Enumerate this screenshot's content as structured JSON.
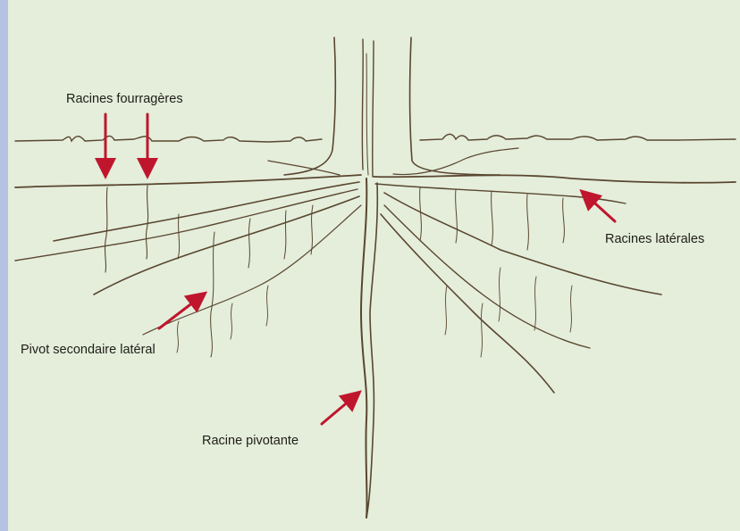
{
  "labels": {
    "racines_fourrageres": "Racines fourragères",
    "racines_laterales": "Racines latérales",
    "pivot_secondaire_lateral": "Pivot secondaire latéral",
    "racine_pivotante": "Racine pivotante"
  },
  "colors": {
    "background": "#e4eedb",
    "frame": "#b6c2e2",
    "root_ink": "#5a4630",
    "arrow": "#c0162d"
  }
}
